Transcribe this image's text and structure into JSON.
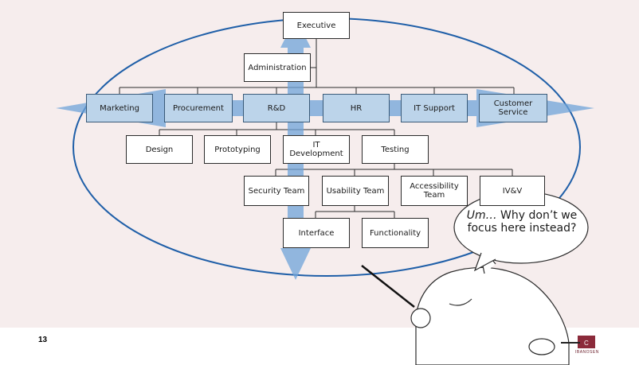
{
  "org": {
    "executive": "Executive",
    "administration": "Administration",
    "departments": [
      "Marketing",
      "Procurement",
      "R&D",
      "HR",
      "IT Support",
      "Customer\nService"
    ],
    "rnd_units": [
      "Design",
      "Prototyping",
      "IT\nDevelopment",
      "Testing"
    ],
    "testing_units": [
      "Security Team",
      "Usability Team",
      "Accessibility\nTeam",
      "IV&V"
    ],
    "usability_units": [
      "Interface",
      "Functionality"
    ]
  },
  "speech_bubble": {
    "emphasis": "Um…",
    "text": " Why don’t we focus here instead?"
  },
  "footer": {
    "page_number": "13",
    "logo_text": "IBANOSEN"
  },
  "colors": {
    "slide_background": "#f6eded",
    "ellipse_stroke": "#1f5fa8",
    "arrow_fill": "#6fa3d8",
    "logo": "#8b2a3a"
  }
}
